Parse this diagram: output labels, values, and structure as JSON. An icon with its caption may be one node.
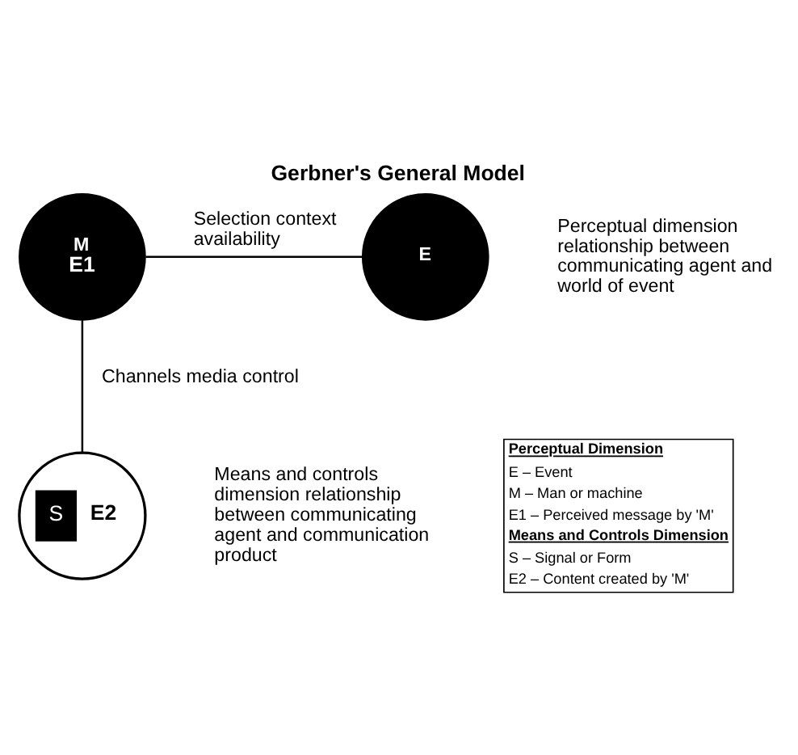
{
  "diagram": {
    "title": "Gerbner's General Model",
    "nodes": [
      {
        "text": [
          "M",
          "E1"
        ]
      },
      {
        "text": [
          "E"
        ]
      },
      {
        "text": [
          "S",
          "E2"
        ]
      }
    ],
    "edges": [
      {
        "from": 0,
        "to": 1,
        "arrow": "none",
        "label": "Selection context availability"
      },
      {
        "from": 0,
        "to": 2,
        "arrow": "none",
        "label": "Channels media control"
      }
    ],
    "labels": [
      "Perceptual dimension relationship between communicating agent and world of event",
      "Means and controls dimension relationship between communicating agent and communication product",
      "Perceptual Dimension",
      "E – Event",
      "M – Man or machine",
      "E1 – Perceived message by 'M'",
      "Means and Controls Dimension",
      "S – Signal or Form",
      "E2 – Content created by 'M'"
    ]
  }
}
